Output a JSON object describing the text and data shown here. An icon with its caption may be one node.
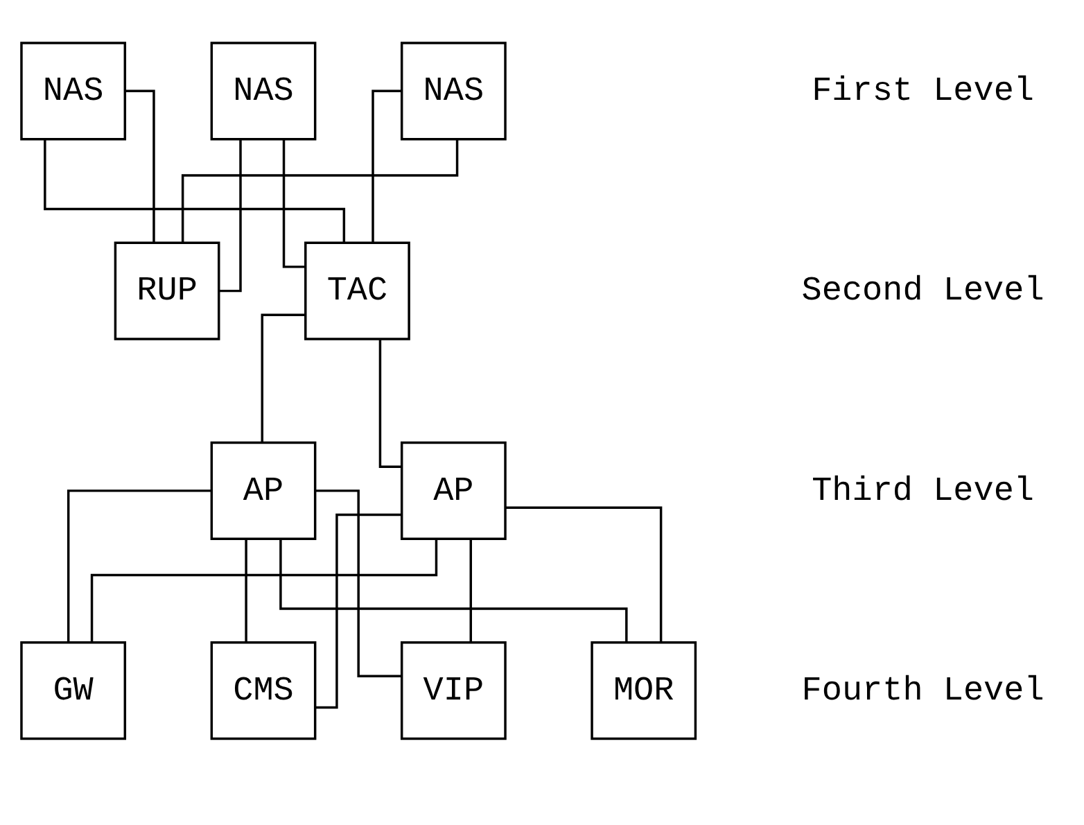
{
  "diagram": {
    "nodes": [
      {
        "text": [
          "NAS"
        ]
      },
      {
        "text": [
          "NAS"
        ]
      },
      {
        "text": [
          "NAS"
        ]
      },
      {
        "text": [
          "TAC"
        ]
      },
      {
        "text": [
          "RUP"
        ]
      },
      {
        "text": [
          "AP"
        ]
      },
      {
        "text": [
          "AP"
        ]
      },
      {
        "text": [
          "MOR"
        ]
      },
      {
        "text": [
          "GW"
        ]
      },
      {
        "text": [
          "CMS"
        ]
      },
      {
        "text": [
          "VIP"
        ]
      }
    ],
    "edges": [
      {
        "from": 0,
        "to": 3,
        "arrow": "none"
      },
      {
        "from": 0,
        "to": 4,
        "arrow": "none"
      },
      {
        "from": 1,
        "to": 3,
        "arrow": "none"
      },
      {
        "from": 1,
        "to": 4,
        "arrow": "none"
      },
      {
        "from": 2,
        "to": 3,
        "arrow": "none"
      },
      {
        "from": 2,
        "to": 4,
        "arrow": "none"
      },
      {
        "from": 3,
        "to": 5,
        "arrow": "none"
      },
      {
        "from": 3,
        "to": 6,
        "arrow": "none"
      },
      {
        "from": 5,
        "to": 7,
        "arrow": "none"
      },
      {
        "from": 5,
        "to": 8,
        "arrow": "none"
      },
      {
        "from": 5,
        "to": 9,
        "arrow": "none"
      },
      {
        "from": 5,
        "to": 10,
        "arrow": "none"
      },
      {
        "from": 6,
        "to": 7,
        "arrow": "none"
      },
      {
        "from": 6,
        "to": 8,
        "arrow": "none"
      },
      {
        "from": 6,
        "to": 9,
        "arrow": "none"
      },
      {
        "from": 6,
        "to": 10,
        "arrow": "none"
      }
    ],
    "labels": [
      "First Level",
      "Second Level",
      "Third Level",
      "Fourth Level"
    ]
  }
}
